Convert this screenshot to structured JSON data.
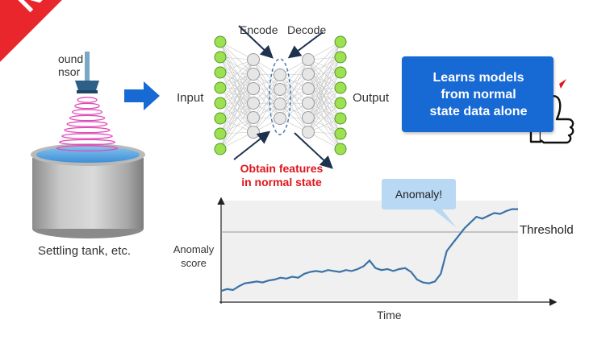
{
  "badge": {
    "label": "NEW"
  },
  "sensor": {
    "label_line1": "ound",
    "label_line2": "nsor"
  },
  "tank": {
    "label": "Settling tank, etc."
  },
  "network": {
    "encode_label": "Encode",
    "decode_label": "Decode",
    "input_label": "Input",
    "output_label": "Output",
    "feature_label": "Obtain features\nin normal state"
  },
  "callout": {
    "text": "Learns models\nfrom normal\nstate data alone"
  },
  "chart_data": {
    "type": "line",
    "xlabel": "Time",
    "ylabel": "Anomaly\nscore",
    "threshold_label": "Threshold",
    "annotation": "Anomaly!",
    "x": [
      0,
      1,
      2,
      3,
      4,
      5,
      6,
      7,
      8,
      9,
      10,
      11,
      12,
      13,
      14,
      15,
      16,
      17,
      18,
      19,
      20,
      21,
      22,
      23,
      24,
      25,
      26,
      27,
      28,
      29,
      30,
      31,
      32,
      33,
      34,
      35,
      36,
      37,
      38,
      39,
      40,
      41,
      42,
      43,
      44,
      45,
      46,
      47,
      48,
      49,
      50
    ],
    "values": [
      0.1,
      0.12,
      0.11,
      0.15,
      0.18,
      0.19,
      0.2,
      0.19,
      0.21,
      0.22,
      0.24,
      0.23,
      0.25,
      0.24,
      0.28,
      0.3,
      0.31,
      0.3,
      0.32,
      0.31,
      0.3,
      0.32,
      0.31,
      0.33,
      0.36,
      0.42,
      0.34,
      0.32,
      0.33,
      0.31,
      0.33,
      0.34,
      0.3,
      0.22,
      0.19,
      0.18,
      0.2,
      0.28,
      0.52,
      0.6,
      0.68,
      0.76,
      0.82,
      0.88,
      0.86,
      0.89,
      0.92,
      0.91,
      0.94,
      0.96,
      0.96
    ],
    "threshold": 0.72,
    "ylim": [
      0,
      1.05
    ],
    "grid": false
  },
  "colors": {
    "ribbon": "#e8262b",
    "node_green": "#9ee04f",
    "node_grey": "#e6e6e6",
    "line": "#3a72a8",
    "arrow_blue": "#1769d4",
    "callout": "#1769d4",
    "plot_bg": "#f0f0f0"
  },
  "icons": {
    "thumbs_up": "thumbs-up-icon",
    "right_arrow": "right-arrow-icon",
    "sensor": "ultrasound-sensor-icon"
  }
}
